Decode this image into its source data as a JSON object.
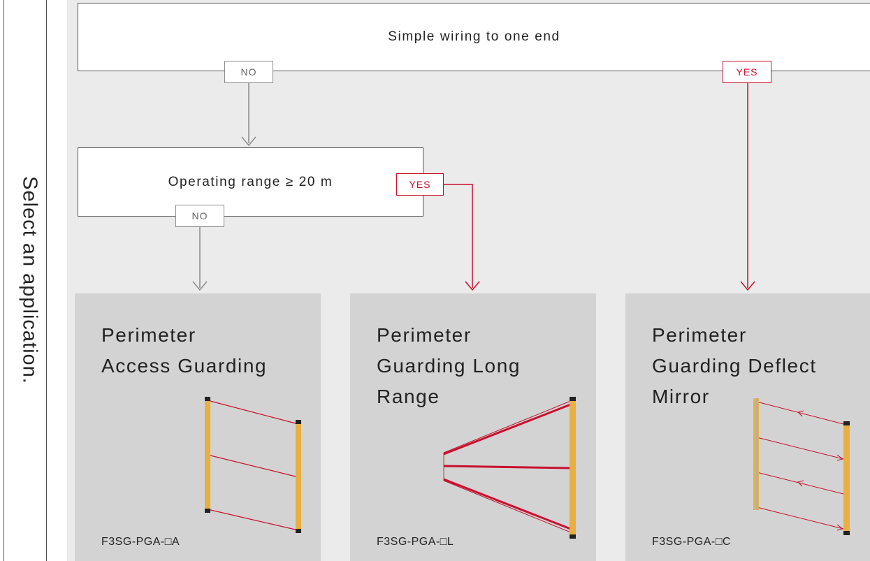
{
  "side_label": "Select an application.",
  "q1": {
    "text": "Simple wiring to one end",
    "no": "NO",
    "yes": "YES"
  },
  "q2": {
    "text": "Operating range ≥ 20 m",
    "no": "NO",
    "yes": "YES"
  },
  "cards": [
    {
      "title_lines": [
        "Perimeter",
        "Access Guarding"
      ],
      "model": "F3SG-PGA-□A"
    },
    {
      "title_lines": [
        "Perimeter",
        "Guarding Long",
        "Range"
      ],
      "model": "F3SG-PGA-□L"
    },
    {
      "title_lines": [
        "Perimeter",
        "Guarding Deflect",
        "Mirror"
      ],
      "model": "F3SG-PGA-□C"
    }
  ],
  "colors": {
    "yes": "#c8102e",
    "no": "#8a8a8a",
    "card": "#d3d3d3",
    "panel": "#ebebeb",
    "bar": "#e8b040"
  }
}
